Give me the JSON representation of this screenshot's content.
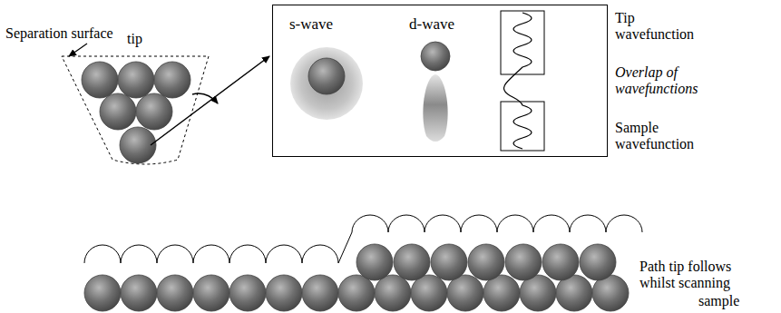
{
  "diagram": {
    "nodes": [
      {
        "text": [
          "s-wave",
          "d-wave",
          "Tip wavefunction",
          "Overlap of wavefunctions",
          "Sample wavefunction"
        ]
      }
    ],
    "labels": [
      "Separation surface",
      "tip",
      "Path tip follows whilst scanning",
      "sample"
    ]
  }
}
